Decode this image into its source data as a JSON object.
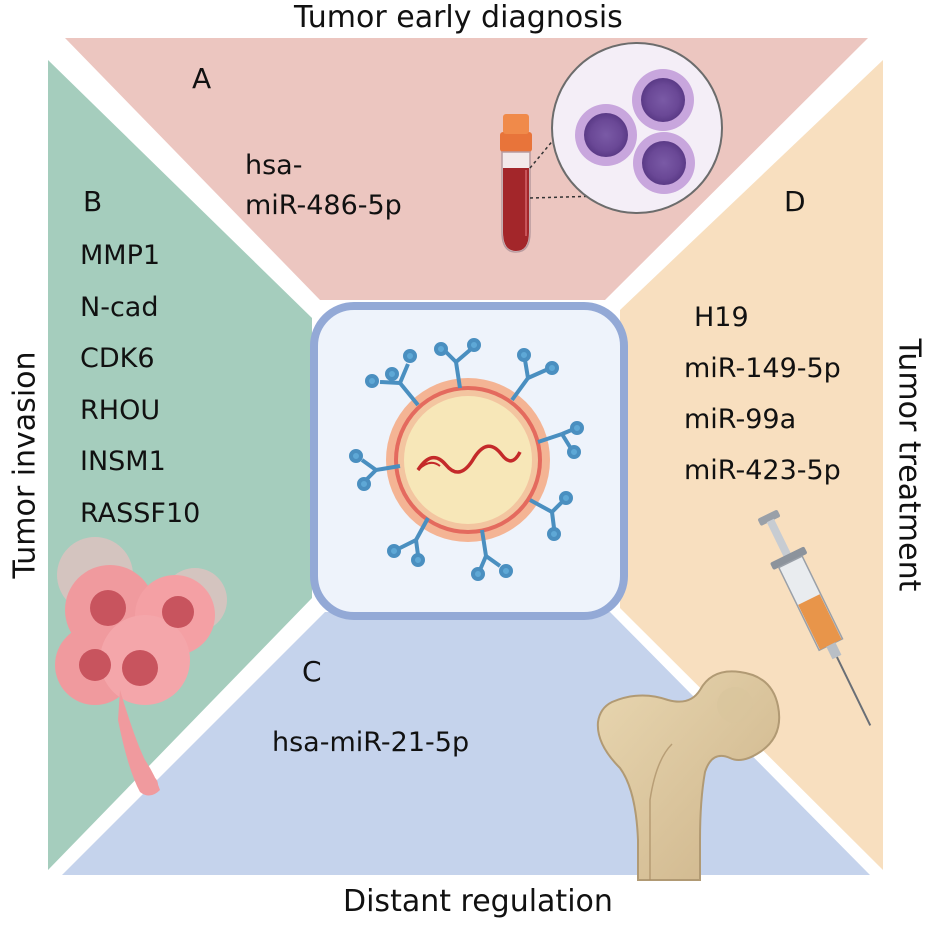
{
  "titles": {
    "top": "Tumor early diagnosis",
    "left": "Tumor invasion",
    "right": "Tumor treatment",
    "bottom": "Distant regulation"
  },
  "panels": {
    "a": {
      "letter": "A",
      "items": [
        "hsa-",
        "miR-486-5p"
      ],
      "color": "#ecc6c0"
    },
    "b": {
      "letter": "B",
      "items": [
        "MMP1",
        "N-cad",
        "CDK6",
        "RHOU",
        "INSM1",
        "RASSF10"
      ],
      "color": "#a5cdbd"
    },
    "c": {
      "letter": "C",
      "items": [
        "hsa-miR-21-5p"
      ],
      "color": "#c5d3ec"
    },
    "d": {
      "letter": "D",
      "items": [
        "H19",
        "miR-149-5p",
        "miR-99a",
        "miR-423-5p"
      ],
      "color": "#f8dfbf"
    }
  },
  "center": {
    "frame_color": "#93a9d6",
    "fill_color": "#eef3fb"
  }
}
